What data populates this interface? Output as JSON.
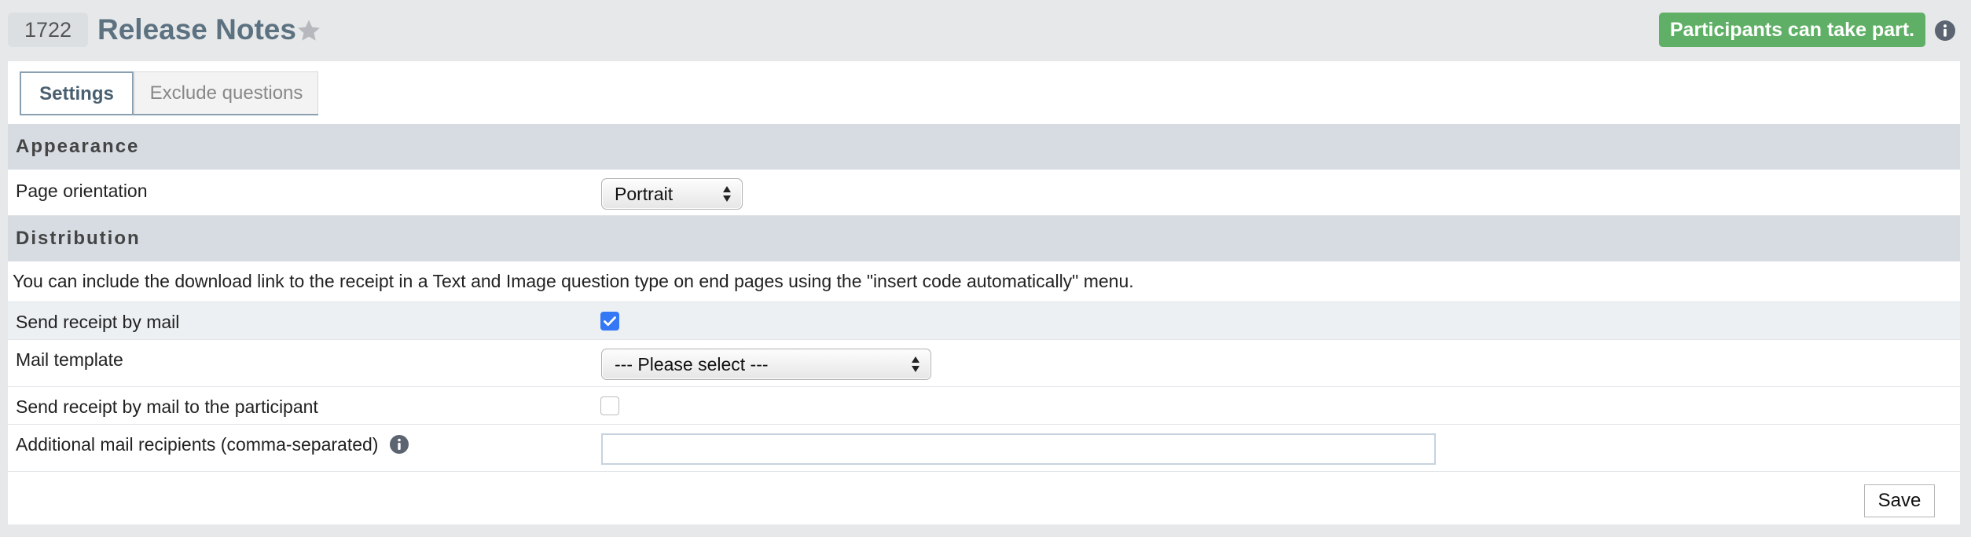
{
  "header": {
    "object_id": "1722",
    "title": "Release Notes",
    "status_badge": "Participants can take part.",
    "status_color": "#5fb066",
    "star_icon": "star-icon",
    "info_icon": "info-icon"
  },
  "tabs": [
    {
      "label": "Settings",
      "active": true
    },
    {
      "label": "Exclude questions",
      "active": false
    }
  ],
  "sections": {
    "appearance": "Appearance",
    "distribution": "Distribution"
  },
  "appearance": {
    "page_orientation_label": "Page orientation",
    "page_orientation_value": "Portrait"
  },
  "distribution": {
    "info_text": "You can include the download link to the receipt in a Text and Image question type on end pages using the \"insert code automatically\" menu.",
    "send_receipt_label": "Send receipt by mail",
    "send_receipt_checked": true,
    "mail_template_label": "Mail template",
    "mail_template_value": "--- Please select ---",
    "send_to_participant_label": "Send receipt by mail to the participant",
    "send_to_participant_checked": false,
    "additional_recipients_label": "Additional mail recipients (comma-separated)",
    "additional_recipients_value": ""
  },
  "actions": {
    "save_label": "Save"
  },
  "colors": {
    "accent": "#5d7281",
    "section_bg": "#d6dce2",
    "checkbox_checked": "#3478f6"
  }
}
